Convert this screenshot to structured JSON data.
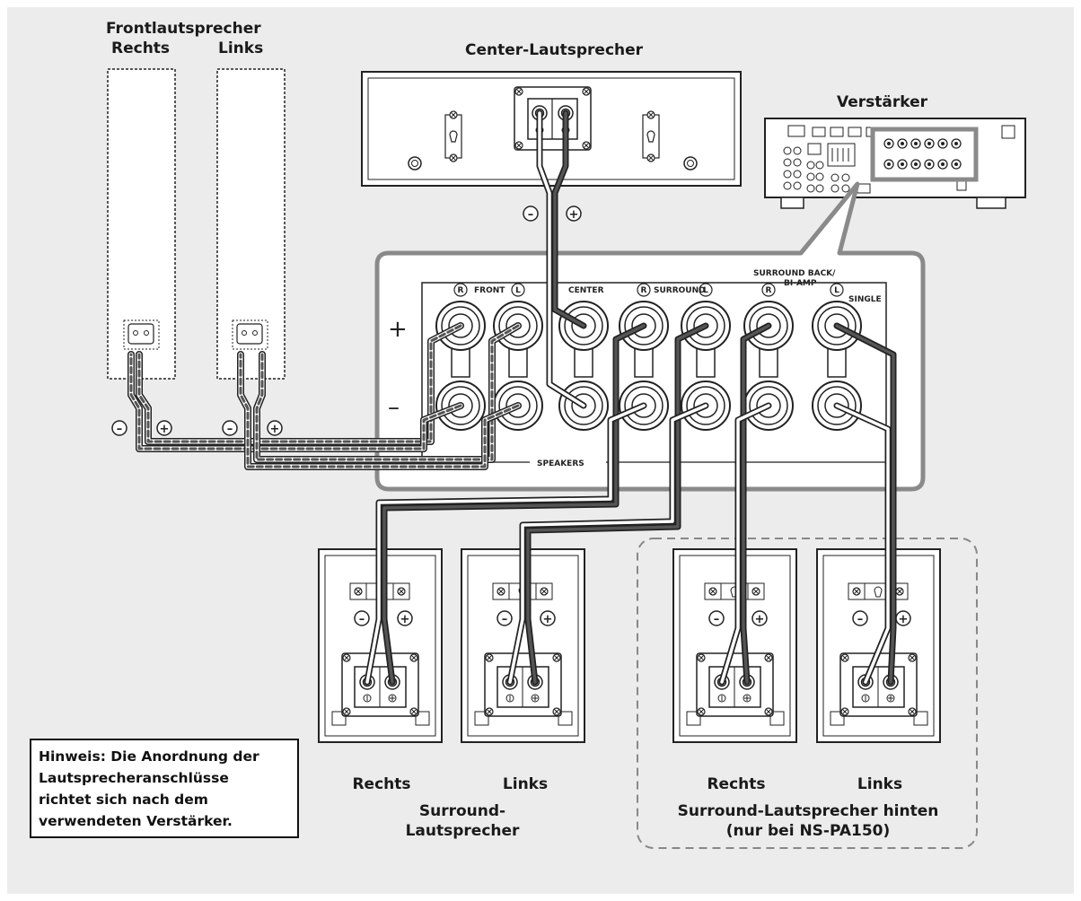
{
  "labels": {
    "front_title": "Frontlautsprecher",
    "front_right": "Rechts",
    "front_left": "Links",
    "center_title": "Center-Lautsprecher",
    "amp_title": "Verstärker",
    "surround_right": "Rechts",
    "surround_left": "Links",
    "surround_title_1": "Surround-",
    "surround_title_2": "Lautsprecher",
    "back_right": "Rechts",
    "back_left": "Links",
    "back_title_1": "Surround-Lautsprecher hinten",
    "back_title_2": "(nur bei NS-PA150)"
  },
  "panel": {
    "front": "FRONT",
    "center": "CENTER",
    "surround": "SURROUND",
    "surround_back_1": "SURROUND BACK/",
    "surround_back_2": "BI-AMP",
    "single": "SINGLE",
    "speakers": "SPEAKERS",
    "plus": "+",
    "minus": "–",
    "r": "R",
    "l": "L"
  },
  "polarity": {
    "minus": "–",
    "plus": "+"
  },
  "note": {
    "line1": "Hinweis: Die Anordnung der",
    "line2": "Lautsprecheranschlüsse",
    "line3": "richtet sich nach dem",
    "line4": "verwendeten Verstärker."
  },
  "colors": {
    "background": "#ececec",
    "line": "#222222",
    "cable_dark": "#555555",
    "callout": "#8a8a8a",
    "dash_box": "#888888"
  }
}
